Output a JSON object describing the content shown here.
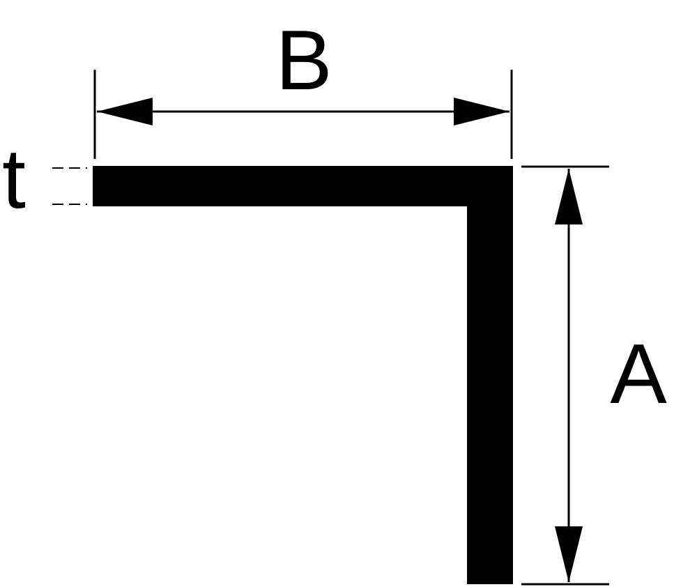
{
  "diagram": {
    "labels": {
      "width": "B",
      "height": "A",
      "thickness": "t"
    },
    "colors": {
      "profile": "#000000",
      "lines": "#000000",
      "background": "#ffffff"
    }
  }
}
